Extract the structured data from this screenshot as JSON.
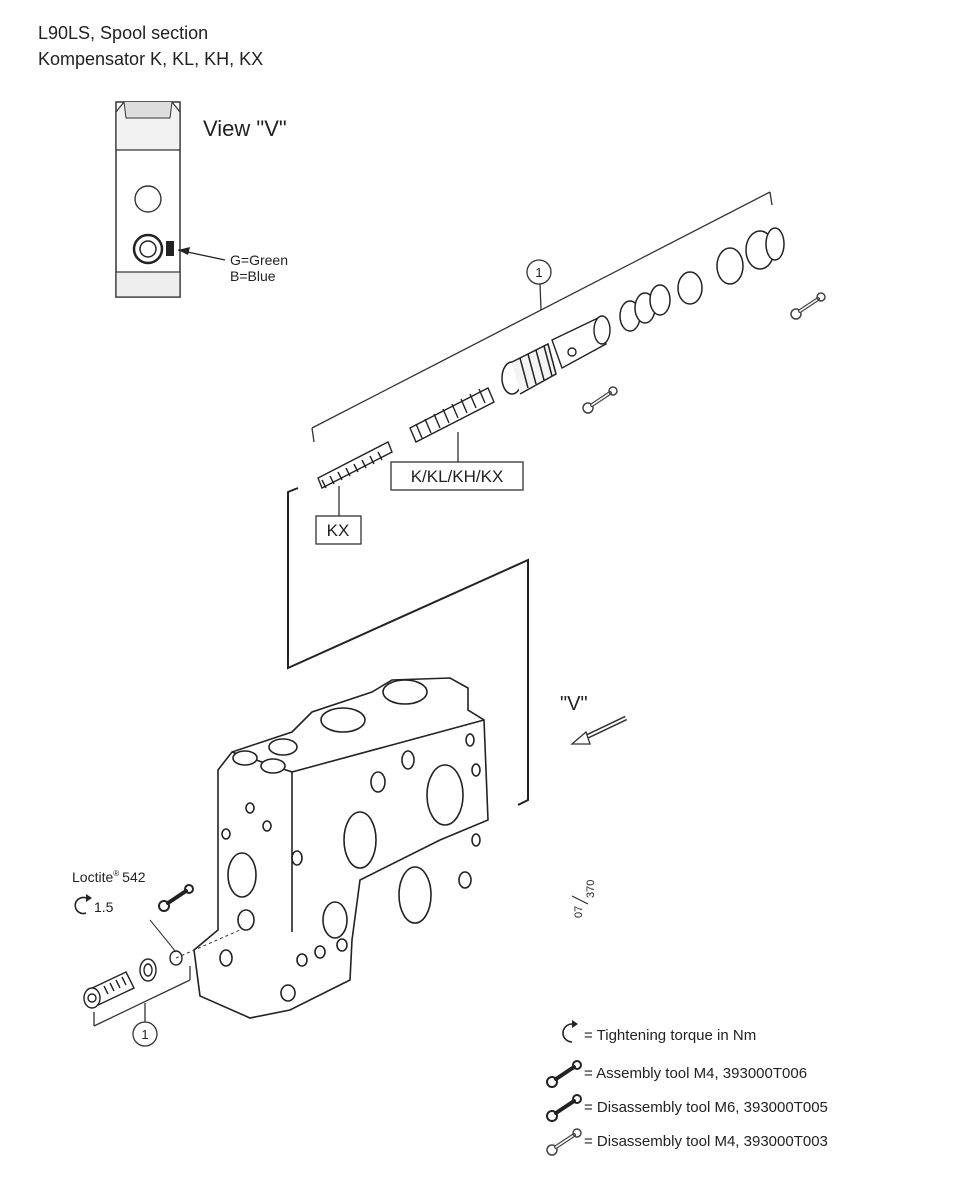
{
  "title": {
    "line1": "L90LS, Spool section",
    "line2": "Kompensator K, KL, KH, KX"
  },
  "view": {
    "label": "View \"V\"",
    "color_code_green": "G=Green",
    "color_code_blue": "B=Blue",
    "direction_label": "\"V\""
  },
  "callouts": {
    "item_upper": "1",
    "item_lower": "1",
    "spring_kx": "KX",
    "spring_all": "K/KL/KH/KX"
  },
  "loctite": {
    "name": "Loctite",
    "reg": "®",
    "number": "542",
    "torque": "1.5"
  },
  "drawing_ref": {
    "top": "07",
    "bottom": "370"
  },
  "legend": [
    {
      "icon": "torque-icon",
      "text": "= Tightening torque in Nm"
    },
    {
      "icon": "assembly-tool-m4-icon",
      "text": "= Assembly tool M4, 393000T006"
    },
    {
      "icon": "disassembly-tool-m6-icon",
      "text": "= Disassembly tool M6, 393000T005"
    },
    {
      "icon": "disassembly-tool-m4-icon",
      "text": "= Disassembly tool M4, 393000T003"
    }
  ]
}
